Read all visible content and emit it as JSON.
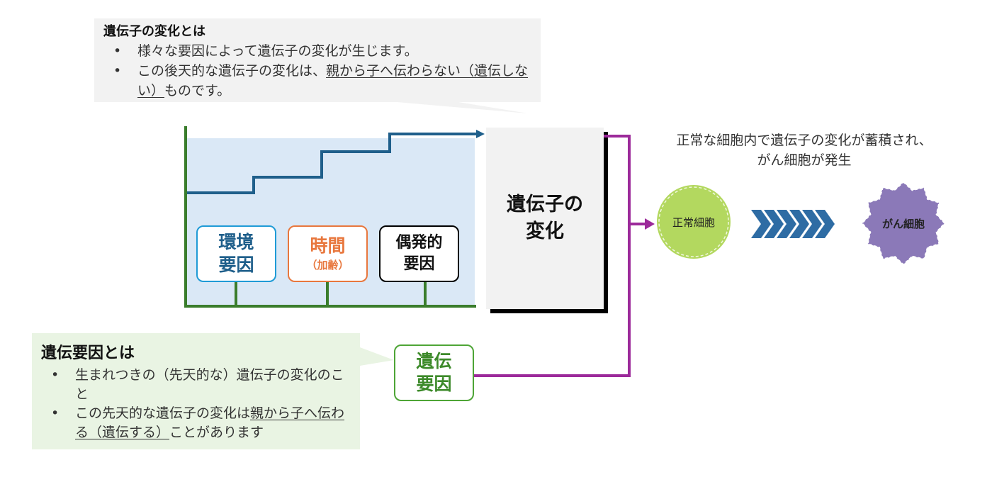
{
  "top_callout": {
    "title": "遺伝子の変化とは",
    "bullets": [
      {
        "text": "様々な要因によって遺伝子の変化が生じます。"
      },
      {
        "pre": "この後天的な遺伝子の変化は、",
        "underline": "親から子へ伝わらない（遺伝しない）",
        "post": "ものです。"
      }
    ]
  },
  "factors": {
    "environment": "環境\n要因",
    "time": "時間",
    "time_sub": "（加齢）",
    "random": "偶発的\n要因",
    "genetic": "遺伝\n要因"
  },
  "gene_change_label": "遺伝子の\n変化",
  "accumulation_text": "正常な細胞内で遺伝子の変化が蓄積され、\nがん細胞が発生",
  "normal_cell_label": "正常細胞",
  "cancer_cell_label": "がん細胞",
  "bottom_callout": {
    "title": "遺伝要因とは",
    "bullets": [
      {
        "text": "生まれつきの（先天的な）遺伝子の変化のこと"
      },
      {
        "pre": "この先天的な遺伝子の変化は",
        "underline": "親から子へ伝わる（遺伝する）",
        "post": "ことがあります"
      }
    ]
  },
  "colors": {
    "axis_green": "#3a7d2c",
    "step_blue": "#1f5f8b",
    "area_fill": "#dae8f6",
    "magenta": "#9c2a9a",
    "normal_cell": "#b3d85f",
    "cancer_cell": "#8b79b8",
    "callout_top": "#f2f2f2",
    "callout_bottom": "#e9f4e3"
  },
  "icons": {
    "progress_arrows": "chevron-right-icon"
  }
}
